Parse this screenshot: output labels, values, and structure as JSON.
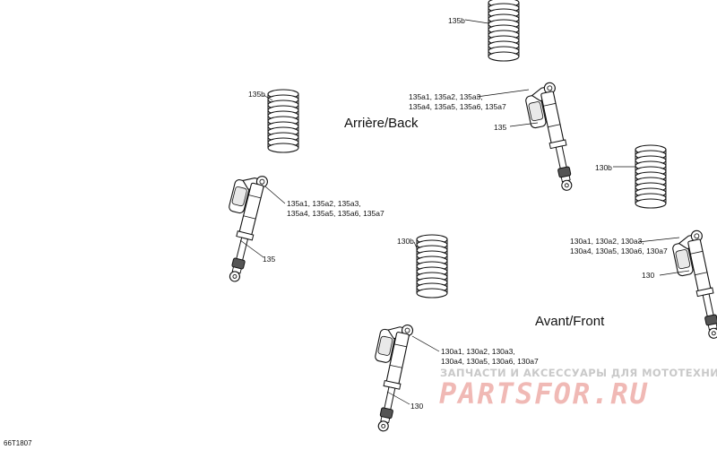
{
  "labels": {
    "spring_135b_top": "135b",
    "spring_135b_left": "135b",
    "spring_130b_right": "130b",
    "spring_130b_center": "130b",
    "shock_135_top_variants_line1": "135a1, 135a2, 135a3,",
    "shock_135_top_variants_line2": "135a4, 135a5, 135a6, 135a7",
    "shock_135_top_part": "135",
    "shock_135_left_variants_line1": "135a1, 135a2, 135a3,",
    "shock_135_left_variants_line2": "135a4, 135a5, 135a6, 135a7",
    "shock_135_left_part": "135",
    "shock_130_right_variants_line1": "130a1, 130a2, 130a3,",
    "shock_130_right_variants_line2": "130a4, 130a5, 130a6, 130a7",
    "shock_130_right_part": "130",
    "shock_130_bottom_variants_line1": "130a1, 130a2, 130a3,",
    "shock_130_bottom_variants_line2": "130a4, 130a5, 130a6, 130a7",
    "shock_130_bottom_part": "130"
  },
  "headings": {
    "rear": "Arrière/Back",
    "front": "Avant/Front"
  },
  "watermark": {
    "subtitle": "ЗАПЧАСТИ И АКСЕССУАРЫ ДЛЯ МОТОТЕХНИКИ",
    "brand": "PARTSFOR.RU"
  },
  "figure_code": "66T1807"
}
